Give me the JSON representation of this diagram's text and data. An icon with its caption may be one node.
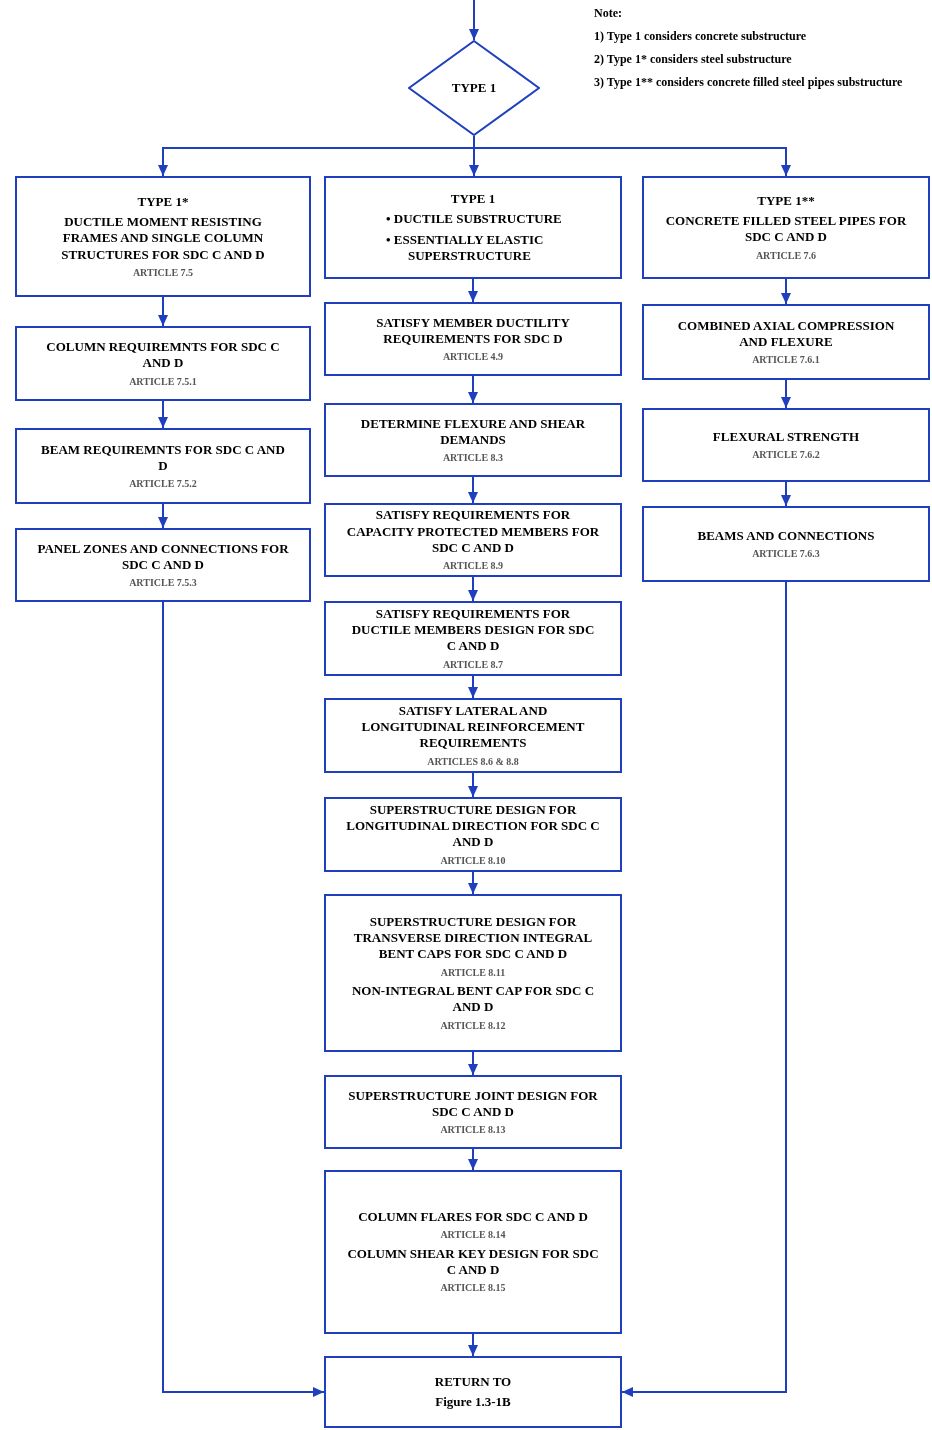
{
  "diagram": {
    "nodes": [
      {
        "text": [
          "TYPE 1"
        ]
      },
      {
        "text": [
          "TYPE 1*",
          "DUCTILE MOMENT RESISTING FRAMES AND SINGLE COLUMN STRUCTURES FOR SDC C AND D",
          "ARTICLE 7.5"
        ]
      },
      {
        "text": [
          "TYPE 1",
          "• DUCTILE SUBSTRUCTURE",
          "• ESSENTIALLY ELASTIC SUPERSTRUCTURE"
        ]
      },
      {
        "text": [
          "TYPE 1**",
          "CONCRETE FILLED STEEL PIPES FOR SDC C AND D",
          "ARTICLE 7.6"
        ]
      },
      {
        "text": [
          "COLUMN REQUIREMNTS FOR SDC C AND D",
          "ARTICLE 7.5.1"
        ]
      },
      {
        "text": [
          "BEAM REQUIREMNTS FOR SDC C AND D",
          "ARTICLE 7.5.2"
        ]
      },
      {
        "text": [
          "PANEL ZONES AND CONNECTIONS FOR SDC C AND D",
          "ARTICLE 7.5.3"
        ]
      },
      {
        "text": [
          "SATISFY MEMBER DUCTILITY REQUIREMENTS FOR SDC D",
          "ARTICLE 4.9"
        ]
      },
      {
        "text": [
          "DETERMINE FLEXURE AND SHEAR DEMANDS",
          "ARTICLE 8.3"
        ]
      },
      {
        "text": [
          "SATISFY REQUIREMENTS FOR CAPACITY PROTECTED MEMBERS FOR SDC C AND D",
          "ARTICLE 8.9"
        ]
      },
      {
        "text": [
          "SATISFY REQUIREMENTS FOR DUCTILE MEMBERS DESIGN FOR SDC C AND D",
          "ARTICLE 8.7"
        ]
      },
      {
        "text": [
          "SATISFY LATERAL AND LONGITUDINAL REINFORCEMENT REQUIREMENTS",
          "ARTICLES 8.6 & 8.8"
        ]
      },
      {
        "text": [
          "SUPERSTRUCTURE DESIGN FOR LONGITUDINAL DIRECTION FOR SDC C AND D",
          "ARTICLE 8.10"
        ]
      },
      {
        "text": [
          "SUPERSTRUCTURE DESIGN FOR TRANSVERSE DIRECTION INTEGRAL BENT CAPS FOR SDC C AND D",
          "ARTICLE 8.11",
          "NON-INTEGRAL BENT CAP FOR SDC C AND D",
          "ARTICLE 8.12"
        ]
      },
      {
        "text": [
          "SUPERSTRUCTURE JOINT DESIGN FOR SDC C AND D",
          "ARTICLE 8.13"
        ]
      },
      {
        "text": [
          "COLUMN FLARES FOR SDC C AND D",
          "ARTICLE 8.14",
          "COLUMN SHEAR KEY DESIGN FOR SDC C AND D",
          "ARTICLE 8.15"
        ]
      },
      {
        "text": [
          "RETURN TO",
          "Figure 1.3-1B"
        ]
      },
      {
        "text": [
          "COMBINED AXIAL COMPRESSION AND FLEXURE",
          "ARTICLE 7.6.1"
        ]
      },
      {
        "text": [
          "FLEXURAL STRENGTH",
          "ARTICLE 7.6.2"
        ]
      },
      {
        "text": [
          "BEAMS AND CONNECTIONS",
          "ARTICLE 7.6.3"
        ]
      }
    ],
    "edges": [
      {
        "from": null,
        "to": 0,
        "arrow": "to"
      },
      {
        "from": 0,
        "to": 1,
        "arrow": "to"
      },
      {
        "from": 0,
        "to": 2,
        "arrow": "to"
      },
      {
        "from": 0,
        "to": 3,
        "arrow": "to"
      },
      {
        "from": 1,
        "to": 4,
        "arrow": "to"
      },
      {
        "from": 4,
        "to": 5,
        "arrow": "to"
      },
      {
        "from": 5,
        "to": 6,
        "arrow": "to"
      },
      {
        "from": 6,
        "to": 16,
        "arrow": "to"
      },
      {
        "from": 2,
        "to": 7,
        "arrow": "to"
      },
      {
        "from": 7,
        "to": 8,
        "arrow": "to"
      },
      {
        "from": 8,
        "to": 9,
        "arrow": "to"
      },
      {
        "from": 9,
        "to": 10,
        "arrow": "to"
      },
      {
        "from": 10,
        "to": 11,
        "arrow": "to"
      },
      {
        "from": 11,
        "to": 12,
        "arrow": "to"
      },
      {
        "from": 12,
        "to": 13,
        "arrow": "to"
      },
      {
        "from": 13,
        "to": 14,
        "arrow": "to"
      },
      {
        "from": 14,
        "to": 15,
        "arrow": "to"
      },
      {
        "from": 15,
        "to": 16,
        "arrow": "to"
      },
      {
        "from": 3,
        "to": 17,
        "arrow": "to"
      },
      {
        "from": 17,
        "to": 18,
        "arrow": "to"
      },
      {
        "from": 18,
        "to": 19,
        "arrow": "to"
      },
      {
        "from": 19,
        "to": 16,
        "arrow": "to"
      }
    ],
    "labels": [
      "Note:",
      "1) Type 1 considers concrete substructure",
      "2) Type 1* considers steel substructure",
      "3) Type 1** considers concrete filled steel pipes substructure"
    ]
  }
}
